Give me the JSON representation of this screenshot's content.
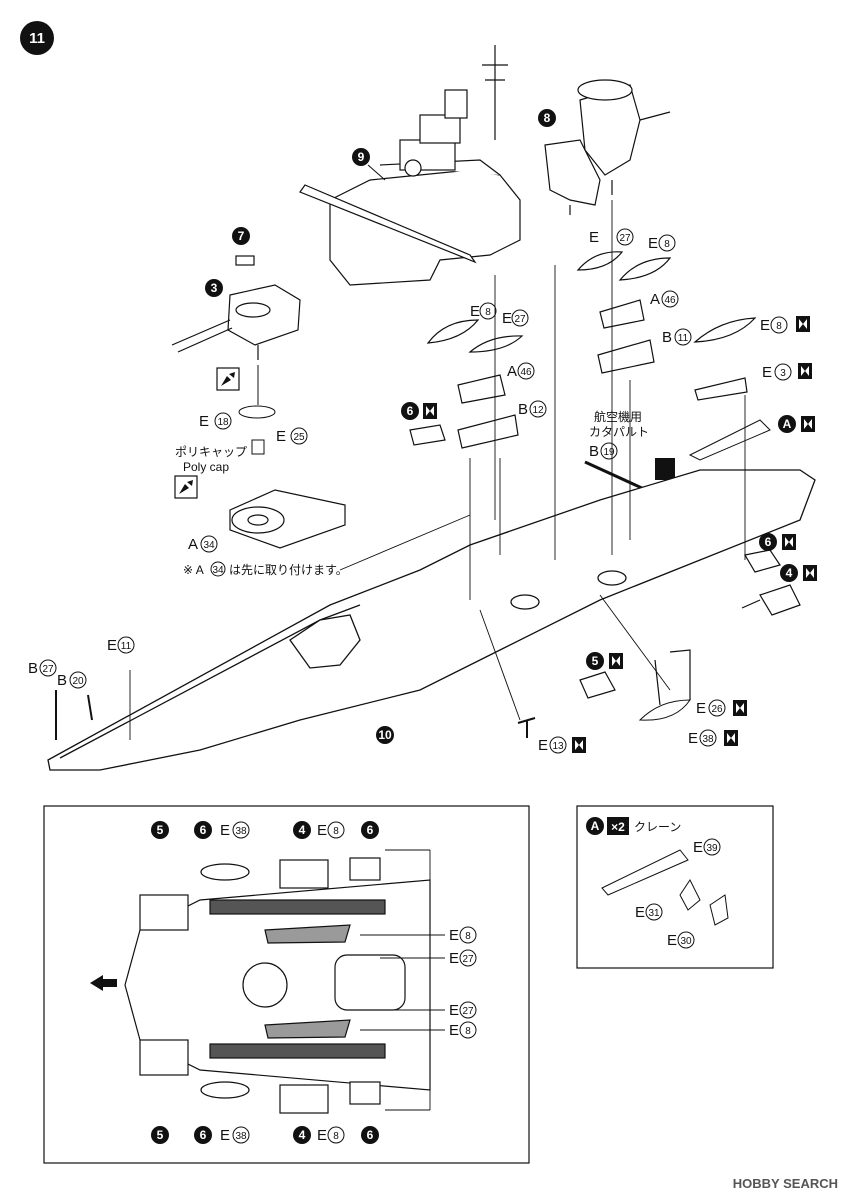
{
  "step_number": "11",
  "callouts": {
    "c9": "9",
    "c8": "8",
    "c7": "7",
    "c3": "3",
    "c10": "10",
    "c6a": "6",
    "c6b": "6",
    "c4": "4",
    "c5": "5",
    "cA": "A"
  },
  "parts": {
    "e27_top": "E",
    "e27_top_n": "27",
    "e8_top": "E",
    "e8_top_n": "8",
    "a46_top": "A",
    "a46_top_n": "46",
    "b11": "B",
    "b11_n": "11",
    "e8_right": "E",
    "e8_right_n": "8",
    "e3": "E",
    "e3_n": "3",
    "e8_mid": "E",
    "e8_mid_n": "8",
    "e27_mid": "E",
    "e27_mid_n": "27",
    "a46_mid": "A",
    "a46_mid_n": "46",
    "b12": "B",
    "b12_n": "12",
    "e18": "E",
    "e18_n": "18",
    "e25": "E",
    "e25_n": "25",
    "a34": "A",
    "a34_n": "34",
    "b19": "B",
    "b19_n": "19",
    "e11": "E",
    "e11_n": "11",
    "b27": "B",
    "b27_n": "27",
    "b20": "B",
    "b20_n": "20",
    "e13": "E",
    "e13_n": "13",
    "e26": "E",
    "e26_n": "26",
    "e38": "E",
    "e38_n": "38"
  },
  "text": {
    "poly_cap_jp": "ポリキャップ",
    "poly_cap_en": "Poly cap",
    "catapult_1": "航空機用",
    "catapult_2": "カタパルト",
    "note_prefix": "※ A",
    "note_num": "34",
    "note_suffix": "は先に取り付けます。"
  },
  "plan": {
    "top": {
      "c5": "5",
      "c6": "6",
      "e38": "E",
      "e38_n": "38",
      "c4": "4",
      "e8": "E",
      "e8_n": "8",
      "c6b": "6"
    },
    "bottom": {
      "c5": "5",
      "c6": "6",
      "e38": "E",
      "e38_n": "38",
      "c4": "4",
      "e8": "E",
      "e8_n": "8",
      "c6b": "6"
    },
    "right": [
      {
        "e": "E",
        "n": "8"
      },
      {
        "e": "E",
        "n": "27"
      },
      {
        "e": "E",
        "n": "27"
      },
      {
        "e": "E",
        "n": "8"
      }
    ]
  },
  "crane_box": {
    "badge": "A",
    "multiplier": "×2",
    "title": "クレーン",
    "e39": "E",
    "e39_n": "39",
    "e31": "E",
    "e31_n": "31",
    "e30": "E",
    "e30_n": "30"
  },
  "watermark": "HOBBY SEARCH",
  "colors": {
    "ink": "#111111",
    "paper": "#ffffff",
    "hull_dark": "#555555",
    "hull_mid": "#9a9a9a"
  }
}
